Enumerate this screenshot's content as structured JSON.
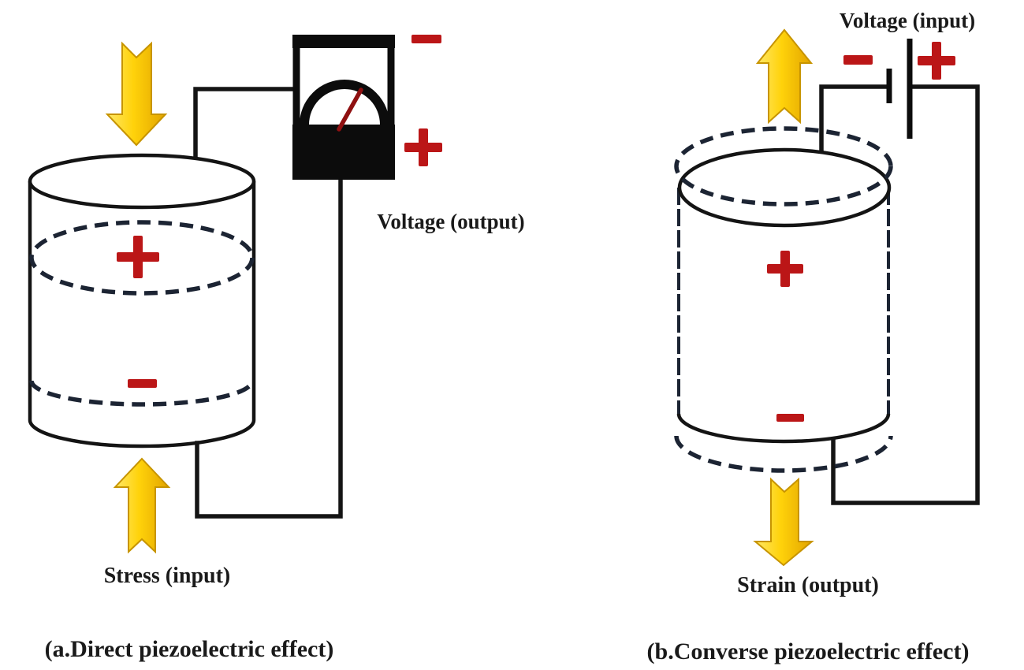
{
  "colors": {
    "background": "#ffffff",
    "wire_black": "#141414",
    "dash_navy": "#1c2433",
    "symbol_red": "#bb1617",
    "needle_red": "#8f1011",
    "arrow_yellow": "#ffd20a",
    "arrow_gold": "#e2a400",
    "text_black": "#1a1a1a"
  },
  "panel_a": {
    "caption": "(a.Direct piezoelectric effect)",
    "stress_label": "Stress (input)",
    "voltage_label": "Voltage (output)",
    "crystal_charge_top": "+",
    "crystal_charge_bottom": "−",
    "meter_terminal_top": "−",
    "meter_terminal_bottom": "+"
  },
  "panel_b": {
    "caption": "(b.Converse piezoelectric effect)",
    "voltage_label": "Voltage (input)",
    "strain_label": "Strain (output)",
    "crystal_charge_top": "+",
    "crystal_charge_bottom": "−",
    "battery_terminal_negative": "−",
    "battery_terminal_positive": "+"
  }
}
